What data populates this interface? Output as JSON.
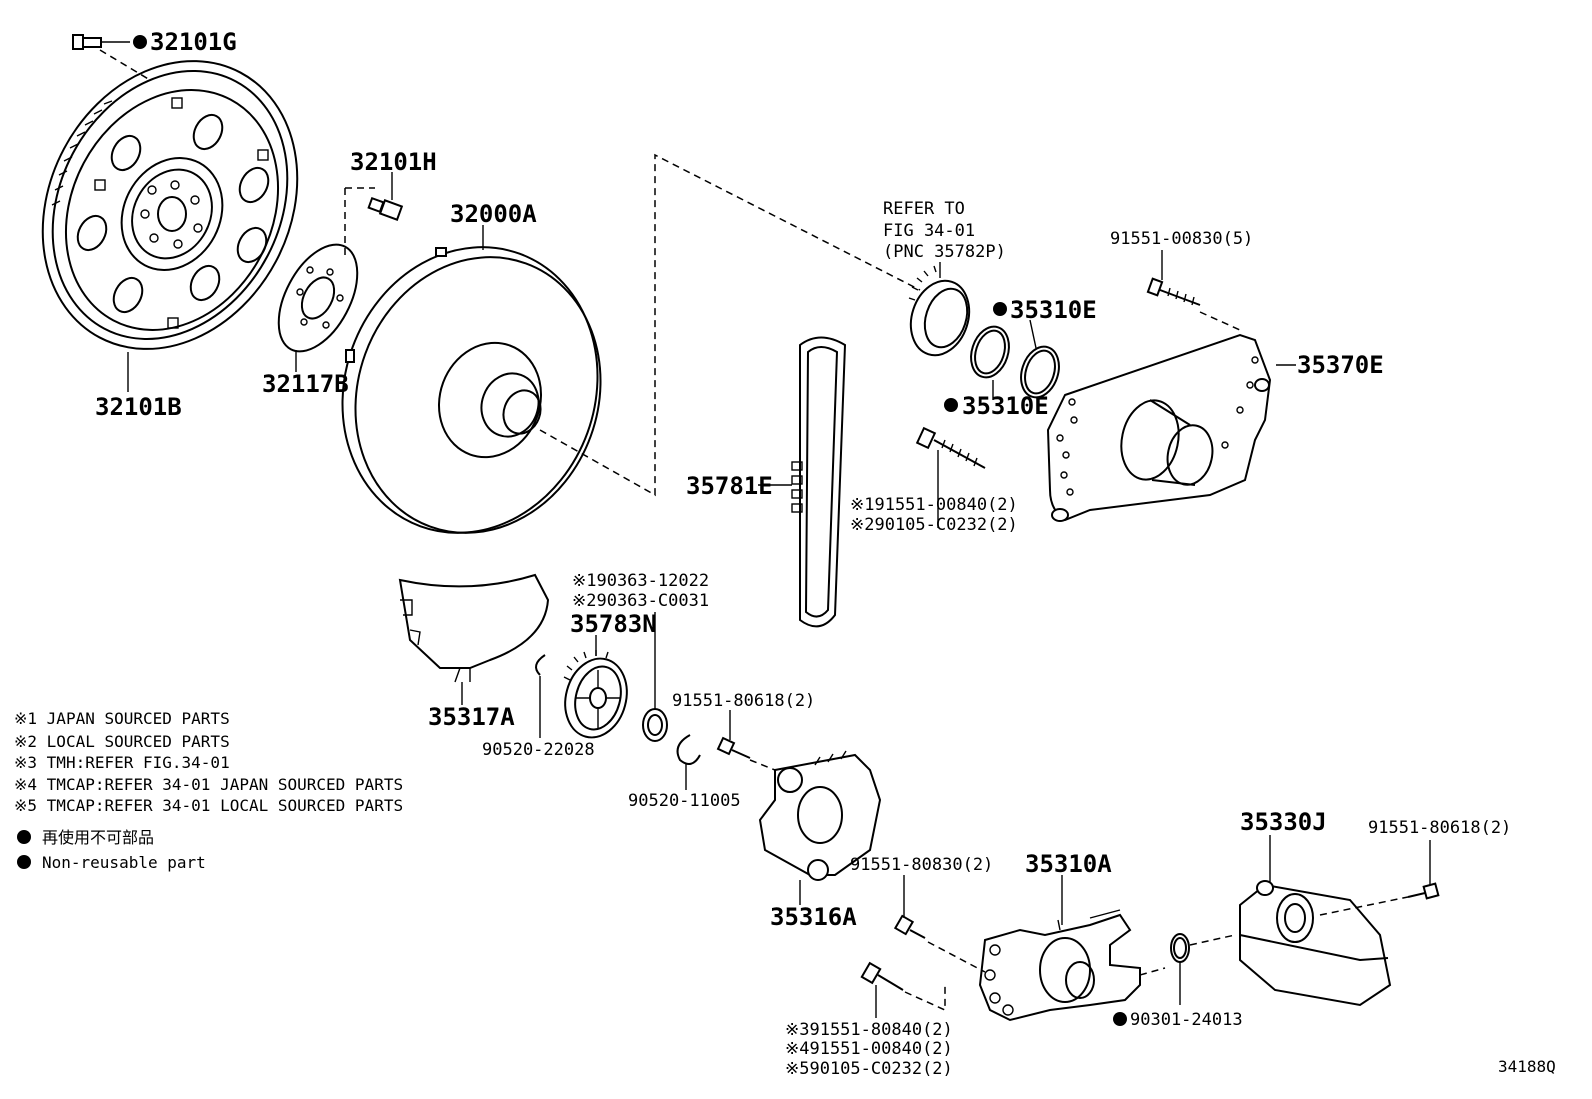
{
  "parts": {
    "p32101G": "32101G",
    "p32101H": "32101H",
    "p32000A": "32000A",
    "p32101B": "32101B",
    "p32117B": "32117B",
    "refer_to": "REFER TO",
    "refer_fig": "FIG 34-01",
    "refer_pnc": "(PNC 35782P)",
    "p91551_00830": "91551-00830(5)",
    "p35310E_top": "35310E",
    "p35310E_bottom": "35310E",
    "p35370E": "35370E",
    "p35781E": "35781E",
    "n1_91551_00840": "※191551-00840(2)",
    "n2_90105_C0232": "※290105-C0232(2)",
    "n1_90363_12022": "※190363-12022",
    "n2_90363_C0031": "※290363-C0031",
    "p35783N": "35783N",
    "p35317A": "35317A",
    "p90520_22028": "90520-22028",
    "p91551_80618_a": "91551-80618(2)",
    "p90520_11005": "90520-11005",
    "p35316A": "35316A",
    "p91551_80830": "91551-80830(2)",
    "p35310A": "35310A",
    "p35330J": "35330J",
    "p91551_80618_b": "91551-80618(2)",
    "p90301_24013": "90301-24013",
    "n3_91551_80840": "※391551-80840(2)",
    "n4_91551_00840": "※491551-00840(2)",
    "n5_90105_C0232": "※590105-C0232(2)"
  },
  "notes": [
    "※1 JAPAN SOURCED PARTS",
    "※2 LOCAL SOURCED PARTS",
    "※3 TMH:REFER FIG.34-01",
    "※4 TMCAP:REFER 34-01 JAPAN SOURCED PARTS",
    "※5 TMCAP:REFER 34-01 LOCAL SOURCED PARTS"
  ],
  "legend": {
    "jp": "再使用不可部品",
    "en": "Non-reusable part"
  },
  "figure_id": "34188Q"
}
